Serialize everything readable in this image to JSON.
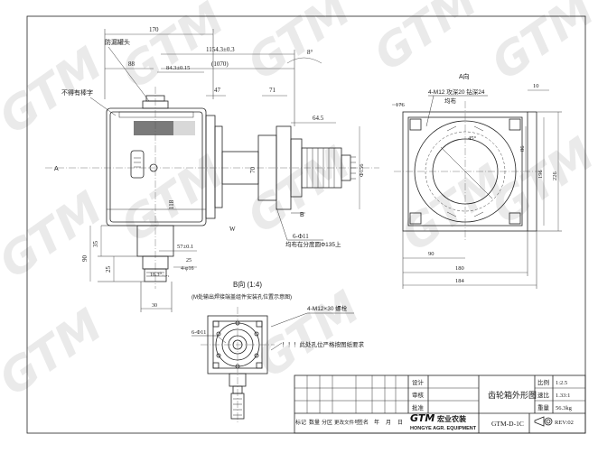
{
  "watermark": "GTM",
  "top_dims": {
    "d170": "170",
    "d1154": "1154.3±0.3",
    "d1070": "(1070)",
    "d88": "88",
    "d843": "84.3±0.15",
    "deg8": "8°",
    "d47": "47",
    "d71": "71"
  },
  "labels": {
    "vent_cap": "防漏罐头",
    "no_press": "不得有棒字",
    "label_A": "A",
    "label_B": "B"
  },
  "side_dims": {
    "d645": "64.5",
    "d70": "70",
    "d118": "118",
    "d156": "Φ156",
    "d11": "6-Φ11",
    "note_holes": "均布在分度圆Φ135上",
    "dW": "W"
  },
  "low_dims": {
    "d57": "57±0.1",
    "d25a": "25",
    "d90v": "90",
    "d35": "35",
    "d25b": "25",
    "d18": "18.3⁰₋₀.₁",
    "dcen": "4-φ16",
    "d30": "30"
  },
  "view_a": {
    "title": "A向",
    "holes": "4-M12 攻深20 钻深24",
    "even": "均布",
    "d10": "10",
    "d176": "176",
    "d45": "45°",
    "d86": "86",
    "d196": "196",
    "d226": "226",
    "d90": "90",
    "d180": "180",
    "d184": "184"
  },
  "view_b": {
    "title": "B向 (1:4)",
    "subtitle": "(M处输出焊接端盖组件安装孔位置示意图)",
    "bolts": "4-M12×30 螺栓",
    "holes": "6-Φ11",
    "note": "！！！此处孔位严格按图纸要求"
  },
  "title_block": {
    "drawing_title": "齿轮箱外形图",
    "drawing_no": "GTM-D-1C",
    "rev": "REV:02",
    "company_cn": "宏业农装",
    "company_en": "HONGYE AGR. EQUIPMENT",
    "logo": "GTM",
    "roles": [
      "设计",
      "审核",
      "批准"
    ],
    "props": [
      {
        "label": "比例",
        "value": "1:2.5"
      },
      {
        "label": "速比",
        "value": "1.33:1"
      },
      {
        "label": "重量",
        "value": "56.3kg"
      }
    ],
    "bottom_row": [
      "标记",
      "数量",
      "分区",
      "更改文件号",
      "签名",
      "年",
      "月",
      "日"
    ]
  }
}
